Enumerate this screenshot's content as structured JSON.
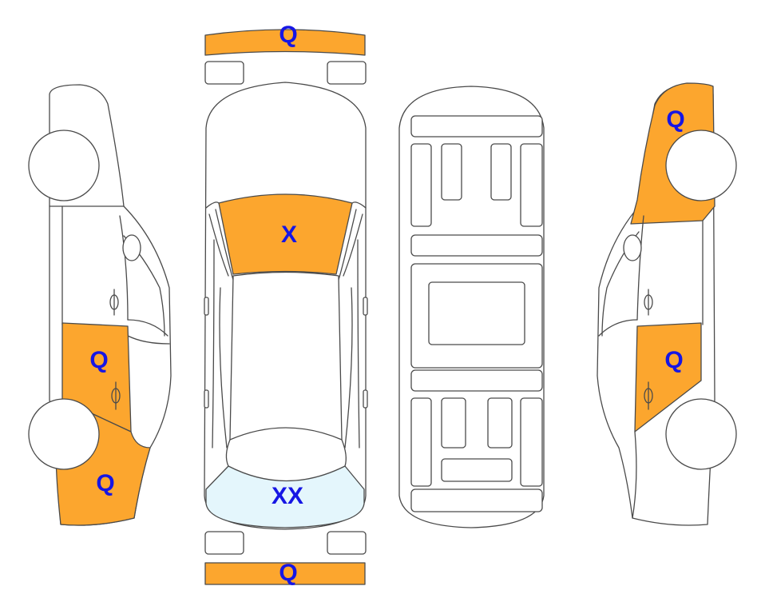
{
  "colors": {
    "damage_fill": "#fca62e",
    "glass_fill": "#e4f6fc",
    "label_color": "#1616e4",
    "outline": "#4a4a4a"
  },
  "marks": {
    "front_bumper": "Q",
    "rear_bumper": "Q",
    "hood": "X",
    "rear_window": "XX",
    "left_rear_door": "Q",
    "left_rear_quarter": "Q",
    "right_front_fender": "Q",
    "right_front_door": "Q"
  }
}
